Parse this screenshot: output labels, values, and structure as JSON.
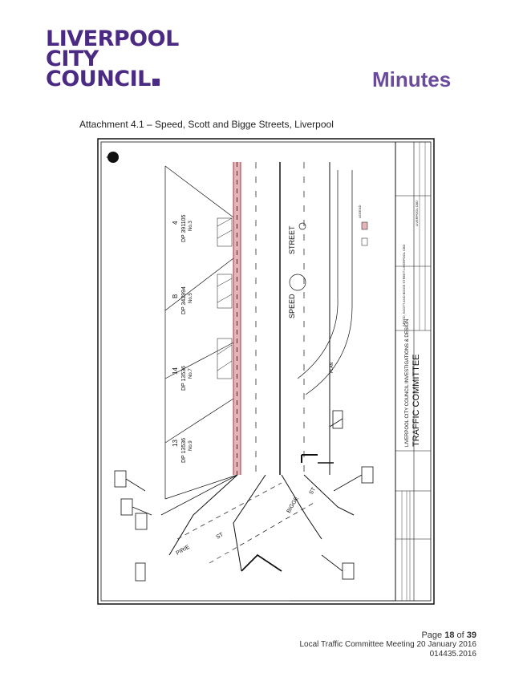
{
  "header": {
    "logo_line1": "LIVERPOOL",
    "logo_line2": "CITY",
    "logo_line3": "COUNCIL",
    "section_title": "Minutes"
  },
  "caption": "Attachment 4.1 – Speed, Scott and Bigge Streets, Liverpool",
  "plan": {
    "lots": [
      {
        "lot": "4",
        "dp": "DP 391105",
        "no": "No.3"
      },
      {
        "lot": "B",
        "dp": "DP 342994",
        "no": "No.5"
      },
      {
        "lot": "14",
        "dp": "DP 13536",
        "no": "No.7"
      },
      {
        "lot": "13",
        "dp": "DP 13536",
        "no": "No.9"
      }
    ],
    "streets": {
      "speed": "SPEED",
      "street": "STREET",
      "bigge": "BIGGE",
      "st1": "ST",
      "pirie": "PIRIE",
      "st2": "ST"
    },
    "plan_label": "PLAN",
    "legend_label": "LEGEND",
    "title_block": {
      "org": "LIVERPOOL CITY COUNCIL INVESTIGATIONS & DESIGN",
      "committee": "TRAFFIC COMMITTEE",
      "project": "SPEED, SCOTT AND BIGGE STREET LIVERPOOL CBD",
      "location": "LIVERPOOL CBD"
    },
    "colors": {
      "line": "#111111",
      "lane_fill": "#e6b3b8",
      "lane_line": "#b0303f"
    }
  },
  "footer": {
    "page_prefix": "Page ",
    "page_num": "18",
    "page_of": " of ",
    "page_total": "39",
    "meeting": "Local Traffic Committee Meeting 20 January 2016",
    "ref": "014435.2016"
  }
}
